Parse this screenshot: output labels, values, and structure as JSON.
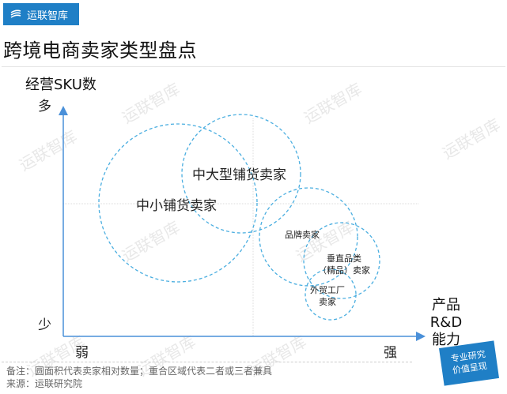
{
  "brand": {
    "name": "运联智库",
    "icon": "yunlian-logo-icon",
    "color": "#1f7fc6"
  },
  "title": "跨境电商卖家类型盘点",
  "watermark": "运联智库",
  "chart_data": {
    "type": "bubble-matrix",
    "title": "跨境电商卖家类型盘点",
    "ylabel": "经营SKU数",
    "xlabel": "产品R&D能力",
    "y_ticks": {
      "high": "多",
      "low": "少"
    },
    "x_ticks": {
      "low": "弱",
      "high": "强"
    },
    "grid": "center cross (dotted)",
    "note": "圆面积代表卖家相对数量；重合区域代表二者或三者兼具",
    "series": [
      {
        "name": "中小铺货卖家",
        "cx": 225,
        "cy": 257,
        "r": 100
      },
      {
        "name": "中大型铺货卖家",
        "cx": 305,
        "cy": 220,
        "r": 75
      },
      {
        "name": "品牌卖家",
        "cx": 390,
        "cy": 300,
        "r": 62
      },
      {
        "name": "垂直品类（精品）卖家",
        "cx": 432,
        "cy": 330,
        "r": 48
      },
      {
        "name": "外贸工厂卖家",
        "cx": 418,
        "cy": 373,
        "r": 32
      }
    ],
    "circle_color": "#4aaee0",
    "axis_color": "#4a90d9"
  },
  "axes": {
    "ylabel": "经营SKU数",
    "ymax": "多",
    "ymin": "少",
    "xmin": "弱",
    "xmax": "强",
    "xlabel_lines": [
      "产品",
      "R&D",
      "能力"
    ]
  },
  "labels": {
    "small_spread": "中小铺货卖家",
    "large_spread": "中大型铺货卖家",
    "brand": "品牌卖家",
    "vertical_line1": "垂直品类",
    "vertical_line2": "（精品）卖家",
    "factory_line1": "外贸工厂",
    "factory_line2": "卖家"
  },
  "badge": {
    "line1": "专业研究",
    "line2": "价值呈现"
  },
  "footer": {
    "note": "备注：圆面积代表卖家相对数量；重合区域代表二者或三者兼具",
    "source": "来源：运联研究院"
  }
}
